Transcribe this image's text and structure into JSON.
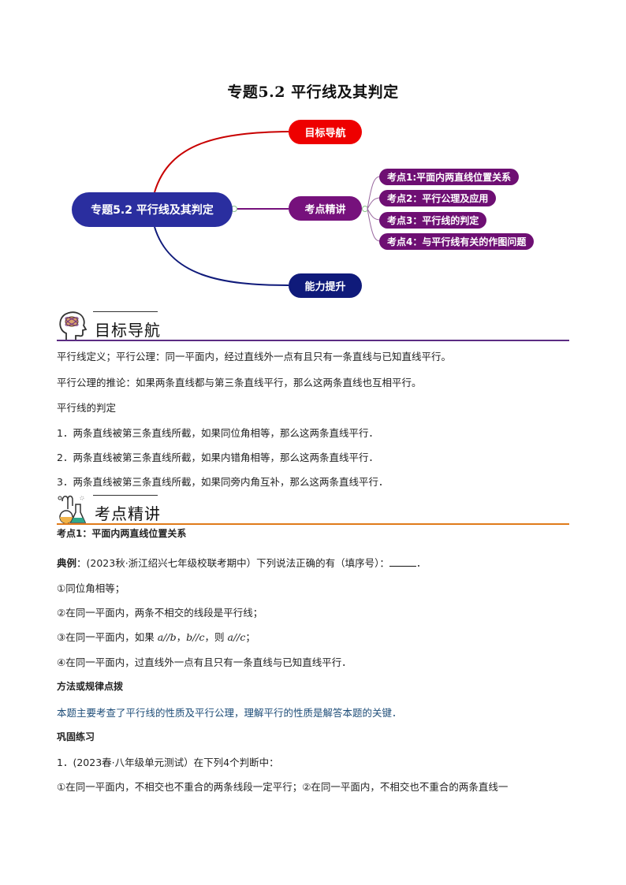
{
  "document": {
    "title": "专题5.2  平行线及其判定"
  },
  "mindmap": {
    "root": "专题5.2 平行线及其判定",
    "branches": [
      {
        "label": "目标导航",
        "color": "#ee0000"
      },
      {
        "label": "考点精讲",
        "color": "#76117c"
      },
      {
        "label": "能力提升",
        "color": "#0f1a7a"
      }
    ],
    "sub_branches": [
      "考点1:平面内两直线位置关系",
      "考点2：平行公理及应用",
      "考点3：平行线的判定",
      "考点4：与平行线有关的作图问题"
    ]
  },
  "section_goal": {
    "heading": "目标导航",
    "rule_color": "#5b2c83",
    "lines": [
      "平行线定义；平行公理：同一平面内，经过直线外一点有且只有一条直线与已知直线平行。",
      "平行公理的推论：如果两条直线都与第三条直线平行，那么这两条直线也互相平行。",
      "平行线的判定",
      "1．两条直线被第三条直线所截，如果同位角相等，那么这两条直线平行．",
      "2．两条直线被第三条直线所截，如果内错角相等，那么这两条直线平行．",
      "3．两条直线被第三条直线所截，如果同旁内角互补，那么这两条直线平行．"
    ]
  },
  "section_key": {
    "heading": "考点精讲",
    "rule_color": "#e07b1a",
    "point1_title": "考点1：平面内两直线位置关系",
    "example_label": "典例",
    "example_text": "：(2023秋·浙江绍兴七年级校联考期中）下列说法正确的有（填序号）：",
    "example_end": "．",
    "options": [
      "①同位角相等；",
      "②在同一平面内，两条不相交的线段是平行线；",
      "③在同一平面内，如果 ",
      "④在同一平面内，过直线外一点有且只有一条直线与已知直线平行．"
    ],
    "option3_math": {
      "a1": "a//b",
      "sep1": "，",
      "a2": "b//c",
      "sep2": "，则 ",
      "a3": "a//c",
      "end": "；"
    },
    "method_heading": "方法或规律点拨",
    "method_text": "本题主要考查了平行线的性质及平行公理，理解平行的性质是解答本题的关键．",
    "practice_heading": "巩固练习",
    "practice_q1": "1．(2023春·八年级单元测试）在下列4个判断中：",
    "practice_q1_line2": "①在同一平面内，不相交也不重合的两条线段一定平行；②在同一平面内，不相交也不重合的两条直线一"
  }
}
